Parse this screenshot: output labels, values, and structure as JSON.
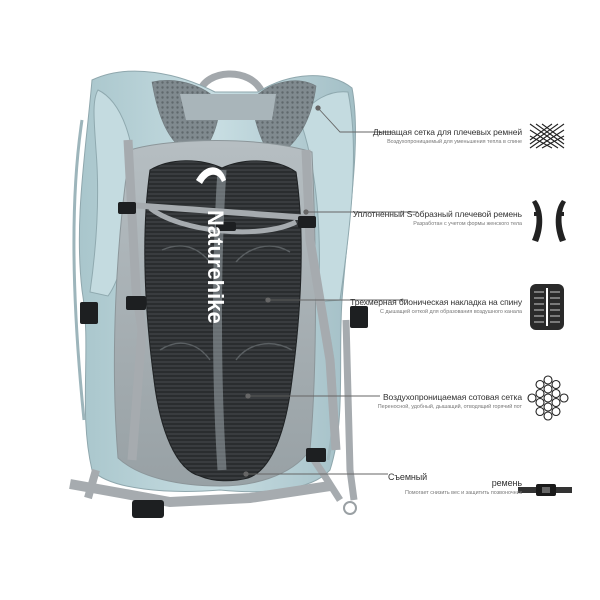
{
  "product": {
    "brand_logo_text": "Naturehike"
  },
  "features": [
    {
      "title": "Дышащая сетка для плечевых ремней",
      "desc": "Воздухопроницаемый для уменьшения тепла в спине",
      "icon": "mesh-grid-icon"
    },
    {
      "title": "Уплотненный S-образный плечевой ремень",
      "desc": "Разработан с учетом формы женского тела",
      "icon": "shoulder-strap-icon"
    },
    {
      "title": "Трехмерная бионическая накладка на спину",
      "desc": "С дышащей сеткой для образования воздушного канала",
      "icon": "back-pad-icon"
    },
    {
      "title": "Воздухопроницаемая сотовая сетка",
      "desc": "Переносной, удобный, дышащий, отводящий горячий пот",
      "icon": "honeycomb-mesh-icon"
    }
  ],
  "removable": {
    "label": "Съемный"
  },
  "belt": {
    "title": "ремень",
    "desc": "Помогает снизить вес и защитить позвоночник",
    "icon": "belt-buckle-icon"
  },
  "colors": {
    "body": "#b9d3d9",
    "body_dark": "#93afb6",
    "strap": "#a7acb0",
    "mesh": "#2f3234",
    "panel": "#a8b1b5",
    "buckle": "#1d1f21"
  }
}
